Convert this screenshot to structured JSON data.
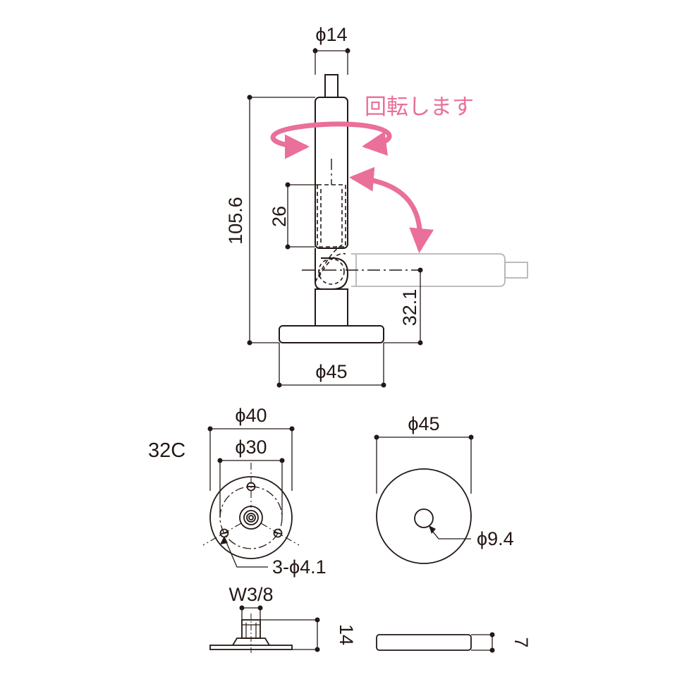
{
  "dimensions": {
    "stem_diameter": "ϕ14",
    "total_height": "105.6",
    "thread_length": "26",
    "pivot_height": "32.1",
    "base_diameter": "ϕ45",
    "flange_outer": "ϕ40",
    "flange_pcd": "ϕ30",
    "model": "32C",
    "holes": "3-ϕ4.1",
    "disc_diameter": "ϕ45",
    "disc_hole": "ϕ9.4",
    "thread_spec": "W3/8",
    "flange_height": "14",
    "disc_thickness": "7"
  },
  "annotations": {
    "rotation": "回転します"
  },
  "colors": {
    "line": "#231815",
    "ghost": "#b5b5b5",
    "accent": "#ea6f9a"
  }
}
